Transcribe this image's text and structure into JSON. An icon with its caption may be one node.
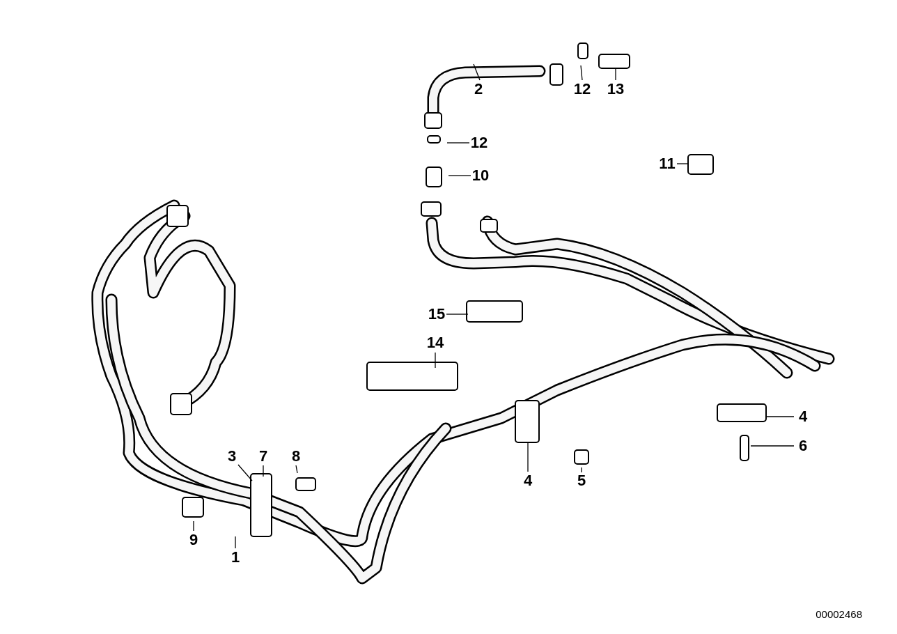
{
  "diagram": {
    "nodes": [
      {
        "text": [
          "2"
        ]
      },
      {
        "text": [
          "12"
        ]
      },
      {
        "text": [
          "13"
        ]
      },
      {
        "text": [
          "12"
        ]
      },
      {
        "text": [
          "11"
        ]
      },
      {
        "text": [
          "10"
        ]
      },
      {
        "text": [
          "15"
        ]
      },
      {
        "text": [
          "14"
        ]
      },
      {
        "text": [
          "4"
        ]
      },
      {
        "text": [
          "6"
        ]
      },
      {
        "text": [
          "3"
        ]
      },
      {
        "text": [
          "7"
        ]
      },
      {
        "text": [
          "8"
        ]
      },
      {
        "text": [
          "4"
        ]
      },
      {
        "text": [
          "5"
        ]
      },
      {
        "text": [
          "9"
        ]
      },
      {
        "text": [
          "1"
        ]
      }
    ],
    "edges": [
      {
        "from": 0,
        "to": null,
        "arrow": "none"
      },
      {
        "from": 1,
        "to": null,
        "arrow": "none"
      },
      {
        "from": 2,
        "to": null,
        "arrow": "none"
      },
      {
        "from": 3,
        "to": null,
        "arrow": "none"
      },
      {
        "from": 4,
        "to": null,
        "arrow": "none"
      },
      {
        "from": 5,
        "to": null,
        "arrow": "none"
      },
      {
        "from": 6,
        "to": null,
        "arrow": "none"
      },
      {
        "from": 7,
        "to": null,
        "arrow": "none"
      },
      {
        "from": 8,
        "to": null,
        "arrow": "none"
      },
      {
        "from": 9,
        "to": null,
        "arrow": "none"
      },
      {
        "from": 10,
        "to": null,
        "arrow": "none"
      },
      {
        "from": 11,
        "to": null,
        "arrow": "none"
      },
      {
        "from": 12,
        "to": null,
        "arrow": "none"
      },
      {
        "from": 13,
        "to": null,
        "arrow": "none"
      },
      {
        "from": 14,
        "to": null,
        "arrow": "none"
      },
      {
        "from": 15,
        "to": null,
        "arrow": "none"
      },
      {
        "from": 16,
        "to": null,
        "arrow": "none"
      }
    ],
    "labels": [
      "00002468"
    ]
  }
}
